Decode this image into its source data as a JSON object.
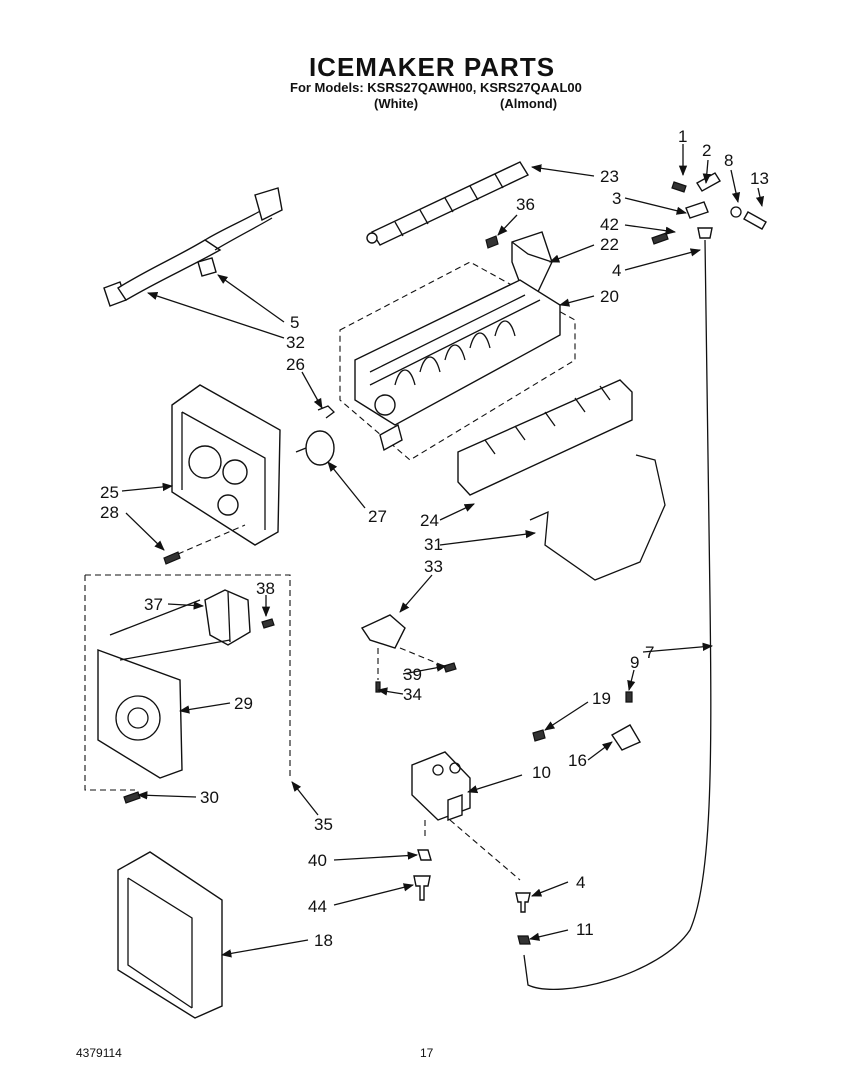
{
  "header": {
    "title": "ICEMAKER PARTS",
    "models_line": "For Models: KSRS27QAWH00, KSRS27QAAL00",
    "variant_white": "(White)",
    "variant_almond": "(Almond)"
  },
  "footer": {
    "doc_id": "4379114",
    "page_number": "17"
  },
  "callouts": [
    "1",
    "2",
    "8",
    "13",
    "3",
    "42",
    "4",
    "23",
    "36",
    "22",
    "20",
    "5",
    "32",
    "26",
    "25",
    "28",
    "27",
    "24",
    "31",
    "33",
    "38",
    "37",
    "29",
    "39",
    "34",
    "30",
    "35",
    "19",
    "9",
    "7",
    "16",
    "10",
    "40",
    "44",
    "4",
    "11",
    "18"
  ]
}
